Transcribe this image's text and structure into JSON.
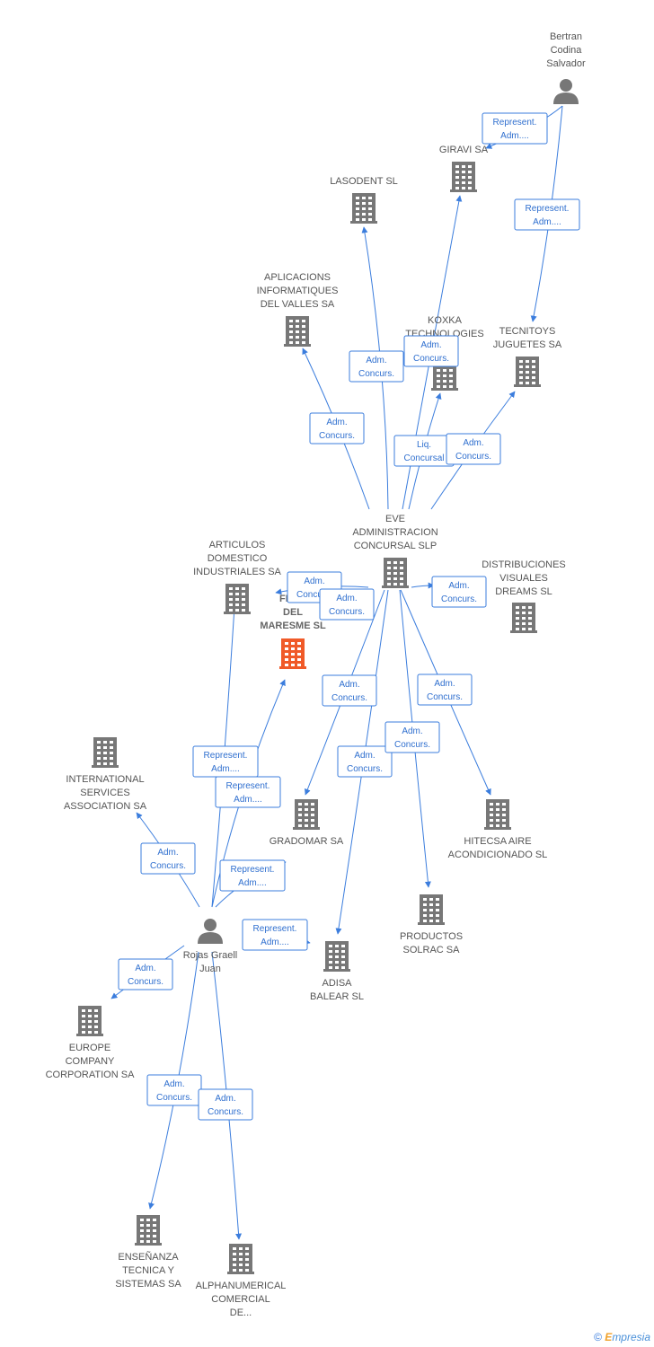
{
  "nodes": [
    {
      "id": "bertran",
      "kind": "person",
      "label": [
        "Bertran",
        "Codina",
        "Salvador"
      ]
    },
    {
      "id": "giravi",
      "kind": "company",
      "label": [
        "GIRAVI SA"
      ]
    },
    {
      "id": "lasodent",
      "kind": "company",
      "label": [
        "LASODENT SL"
      ]
    },
    {
      "id": "aplicacions",
      "kind": "company",
      "label": [
        "APLICACIONS",
        "INFORMATIQUES",
        "DEL VALLES SA"
      ]
    },
    {
      "id": "koxka",
      "kind": "company",
      "label": [
        "KOXKA",
        "TECHNOLOGIES"
      ]
    },
    {
      "id": "tecnitoys",
      "kind": "company",
      "label": [
        "TECNITOYS",
        "JUGUETES SA"
      ]
    },
    {
      "id": "eve",
      "kind": "company",
      "label": [
        "EVE",
        "ADMINISTRACION",
        "CONCURSAL  SLP"
      ]
    },
    {
      "id": "articulos",
      "kind": "company",
      "label": [
        "ARTICULOS",
        "DOMESTICO",
        "INDUSTRIALES SA"
      ]
    },
    {
      "id": "flor",
      "kind": "company",
      "focus": true,
      "label": [
        "FLOR",
        "DEL",
        "MARESME SL"
      ]
    },
    {
      "id": "distribuciones",
      "kind": "company",
      "label": [
        "DISTRIBUCIONES",
        "VISUALES",
        "DREAMS SL"
      ]
    },
    {
      "id": "international",
      "kind": "company",
      "label": [
        "INTERNATIONAL",
        "SERVICES",
        "ASSOCIATION SA"
      ]
    },
    {
      "id": "gradomar",
      "kind": "company",
      "label": [
        "GRADOMAR SA"
      ]
    },
    {
      "id": "hitecsa",
      "kind": "company",
      "label": [
        "HITECSA AIRE",
        "ACONDICIONADO SL"
      ]
    },
    {
      "id": "productos",
      "kind": "company",
      "label": [
        "PRODUCTOS",
        "SOLRAC SA"
      ]
    },
    {
      "id": "rojas",
      "kind": "person",
      "label": [
        "Rojas Graell",
        "Juan"
      ]
    },
    {
      "id": "adisa",
      "kind": "company",
      "label": [
        "ADISA",
        "BALEAR SL"
      ]
    },
    {
      "id": "europe",
      "kind": "company",
      "label": [
        "EUROPE",
        "COMPANY",
        "CORPORATION SA"
      ]
    },
    {
      "id": "ensenanza",
      "kind": "company",
      "label": [
        "ENSEÑANZA",
        "TECNICA Y",
        "SISTEMAS SA"
      ]
    },
    {
      "id": "alphanumerical",
      "kind": "company",
      "label": [
        "ALPHANUMERICAL",
        "COMERCIAL",
        "DE..."
      ]
    }
  ],
  "edges": [
    {
      "from": "bertran",
      "to": "giravi",
      "label": [
        "Represent.",
        "Adm...."
      ]
    },
    {
      "from": "bertran",
      "to": "tecnitoys",
      "label": [
        "Represent.",
        "Adm...."
      ]
    },
    {
      "from": "eve",
      "to": "aplicacions",
      "label": [
        "Adm.",
        "Concurs."
      ]
    },
    {
      "from": "eve",
      "to": "lasodent",
      "label": [
        "Adm.",
        "Concurs."
      ]
    },
    {
      "from": "eve",
      "to": "giravi",
      "label": [
        "Adm.",
        "Concurs."
      ]
    },
    {
      "from": "eve",
      "to": "koxka",
      "label": [
        "Liq.",
        "Concursal"
      ]
    },
    {
      "from": "eve",
      "to": "tecnitoys",
      "label": [
        "Adm.",
        "Concurs."
      ]
    },
    {
      "from": "eve",
      "to": "flor",
      "label": [
        "Adm.",
        "Concurs."
      ]
    },
    {
      "from": "eve",
      "to": "flor",
      "label": [
        "Adm.",
        "Concurs."
      ]
    },
    {
      "from": "eve",
      "to": "distribuciones",
      "label": [
        "Adm.",
        "Concurs."
      ]
    },
    {
      "from": "eve",
      "to": "gradomar",
      "label": [
        "Adm.",
        "Concurs."
      ]
    },
    {
      "from": "eve",
      "to": "adisa",
      "label": [
        "Adm.",
        "Concurs."
      ]
    },
    {
      "from": "eve",
      "to": "productos",
      "label": [
        "Adm.",
        "Concurs."
      ]
    },
    {
      "from": "eve",
      "to": "hitecsa",
      "label": [
        "Adm.",
        "Concurs."
      ]
    },
    {
      "from": "rojas",
      "to": "articulos",
      "label": [
        "Represent.",
        "Adm...."
      ]
    },
    {
      "from": "rojas",
      "to": "flor",
      "label": [
        "Represent.",
        "Adm...."
      ]
    },
    {
      "from": "rojas",
      "to": "flor",
      "label": [
        "Represent.",
        "Adm...."
      ]
    },
    {
      "from": "rojas",
      "to": "international",
      "label": [
        "Adm.",
        "Concurs."
      ]
    },
    {
      "from": "rojas",
      "to": "adisa",
      "label": [
        "Represent.",
        "Adm...."
      ]
    },
    {
      "from": "rojas",
      "to": "europe",
      "label": [
        "Adm.",
        "Concurs."
      ]
    },
    {
      "from": "rojas",
      "to": "ensenanza",
      "label": [
        "Adm.",
        "Concurs."
      ]
    },
    {
      "from": "rojas",
      "to": "alphanumerical",
      "label": [
        "Adm.",
        "Concurs."
      ]
    }
  ],
  "footer": {
    "copyright": "©",
    "brand_initial": "E",
    "brand_rest": "mpresia"
  },
  "colors": {
    "edge": "#3b7ddd",
    "building": "#777777",
    "focus_building": "#f05a28"
  }
}
